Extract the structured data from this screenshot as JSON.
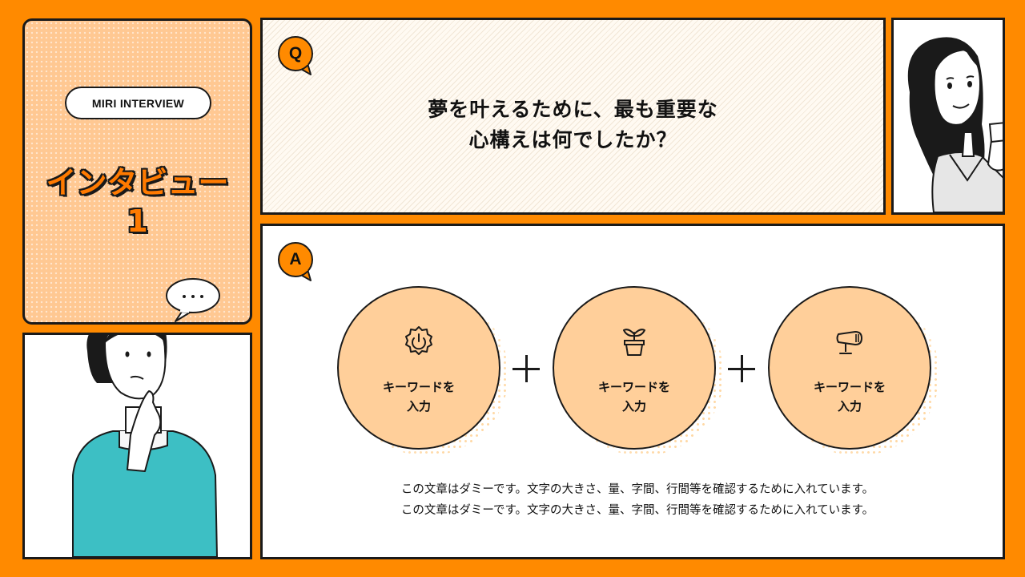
{
  "header": {
    "pill_label": "MIRI INTERVIEW",
    "title_line1": "インタビュー",
    "title_line2": "1"
  },
  "question": {
    "badge": "Q",
    "line1": "夢を叶えるために、最も重要な",
    "line2": "心構えは何でしたか？"
  },
  "answer": {
    "badge": "A",
    "keywords": [
      {
        "label": "キーワードを\n入力",
        "icon": "gear-power-icon"
      },
      {
        "label": "キーワードを\n入力",
        "icon": "plant-pot-icon"
      },
      {
        "label": "キーワードを\n入力",
        "icon": "microphone-icon"
      }
    ],
    "body_line1": "この文章はダミーです。文字の大きさ、量、字間、行間等を確認するために入れています。",
    "body_line2": "この文章はダミーです。文字の大きさ、量、字間、行間等を確認するために入れています。"
  },
  "thinker": {
    "bubble_text": "…"
  },
  "colors": {
    "background": "#ff8a00",
    "title_panel": "#ffc892",
    "circle_fill": "#ffcf9a",
    "title_text": "#ff7a00",
    "shirt": "#3dbfc4",
    "outline": "#1a1a1a"
  }
}
